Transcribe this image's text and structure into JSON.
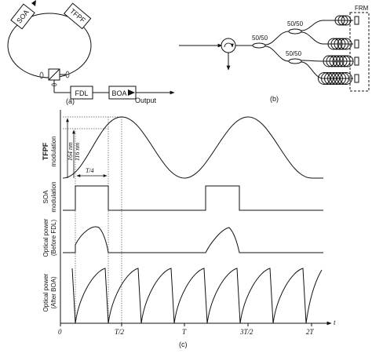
{
  "panel_a": {
    "soa": "SOA",
    "tfpf": "TFPF",
    "fdl": "FDL",
    "boa": "BOA",
    "output": "Output",
    "caption": "(a)"
  },
  "panel_b": {
    "coupler_1": "50/50",
    "coupler_2": "50/50",
    "coupler_3": "50/50",
    "frm": "FRM",
    "caption": "(b)"
  },
  "panel_c": {
    "caption": "(c)",
    "rows": [
      {
        "label_1": "TFPF",
        "label_2": "modulation"
      },
      {
        "label_1": "SOA",
        "label_2": "modulation"
      },
      {
        "label_1": "Optical power",
        "label_2": "(Before FDL)"
      },
      {
        "label_1": "Optical power",
        "label_2": "(After BOA)"
      }
    ],
    "annotations": {
      "dim_outer": "164 nm",
      "dim_inner": "116 nm",
      "quarter": "T/4"
    },
    "x_ticks": [
      "0",
      "T/2",
      "T",
      "3T/2",
      "2T"
    ],
    "x_axis": "t"
  }
}
